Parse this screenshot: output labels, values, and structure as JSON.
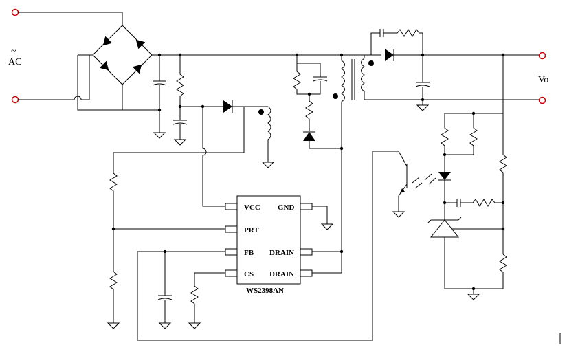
{
  "diagram": {
    "labels": {
      "ac_tilde": "~",
      "ac": "AC",
      "vo": "Vo",
      "chip_name": "WS2398AN"
    },
    "ic_pins": {
      "vcc": "VCC",
      "prt": "PRT",
      "fb": "FB",
      "cs": "CS",
      "gnd": "GND",
      "drain_upper": "DRAIN",
      "drain_lower": "DRAIN"
    },
    "colors": {
      "wire": "#000000",
      "terminal": "#cc0000",
      "background": "#ffffff"
    }
  }
}
